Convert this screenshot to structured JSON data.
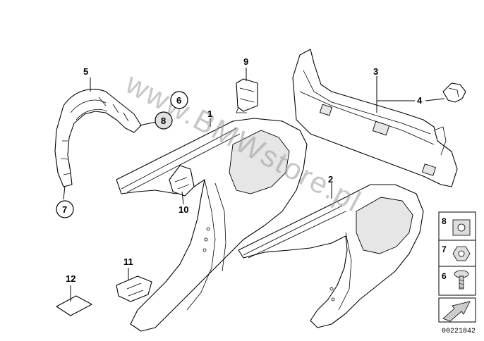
{
  "diagram": {
    "watermark": "www.BMWstore.pl",
    "document_id": "00221842",
    "callouts": {
      "c1": "1",
      "c2": "2",
      "c3": "3",
      "c4": "4",
      "c5": "5",
      "c6": "6",
      "c7": "7",
      "c8": "8",
      "c9": "9",
      "c10": "10",
      "c11": "11",
      "c12": "12"
    },
    "legend": {
      "item8": "8",
      "item7": "7",
      "item6": "6"
    },
    "icons": [
      "nut-icon",
      "hex-nut-icon",
      "screw-icon",
      "arrow-icon"
    ]
  }
}
